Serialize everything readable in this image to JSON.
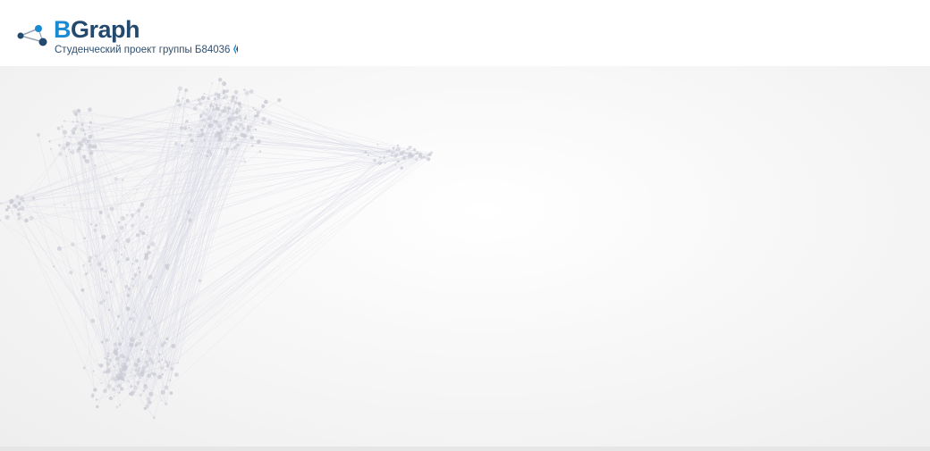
{
  "header": {
    "logo": {
      "brand_prefix": "B",
      "brand_rest": "Graph",
      "subtitle": "Студенческий проект группы Б84036",
      "mark_icon": "network-nodes-icon",
      "university_icon": "university-emblem-icon"
    }
  },
  "hero": {
    "background_icon": "network-graph-illustration",
    "colors": {
      "node": "#c9cad3",
      "edge": "#d9dae6"
    }
  },
  "colors": {
    "brand_dark": "#24496e",
    "brand_accent": "#1a8ad2"
  }
}
